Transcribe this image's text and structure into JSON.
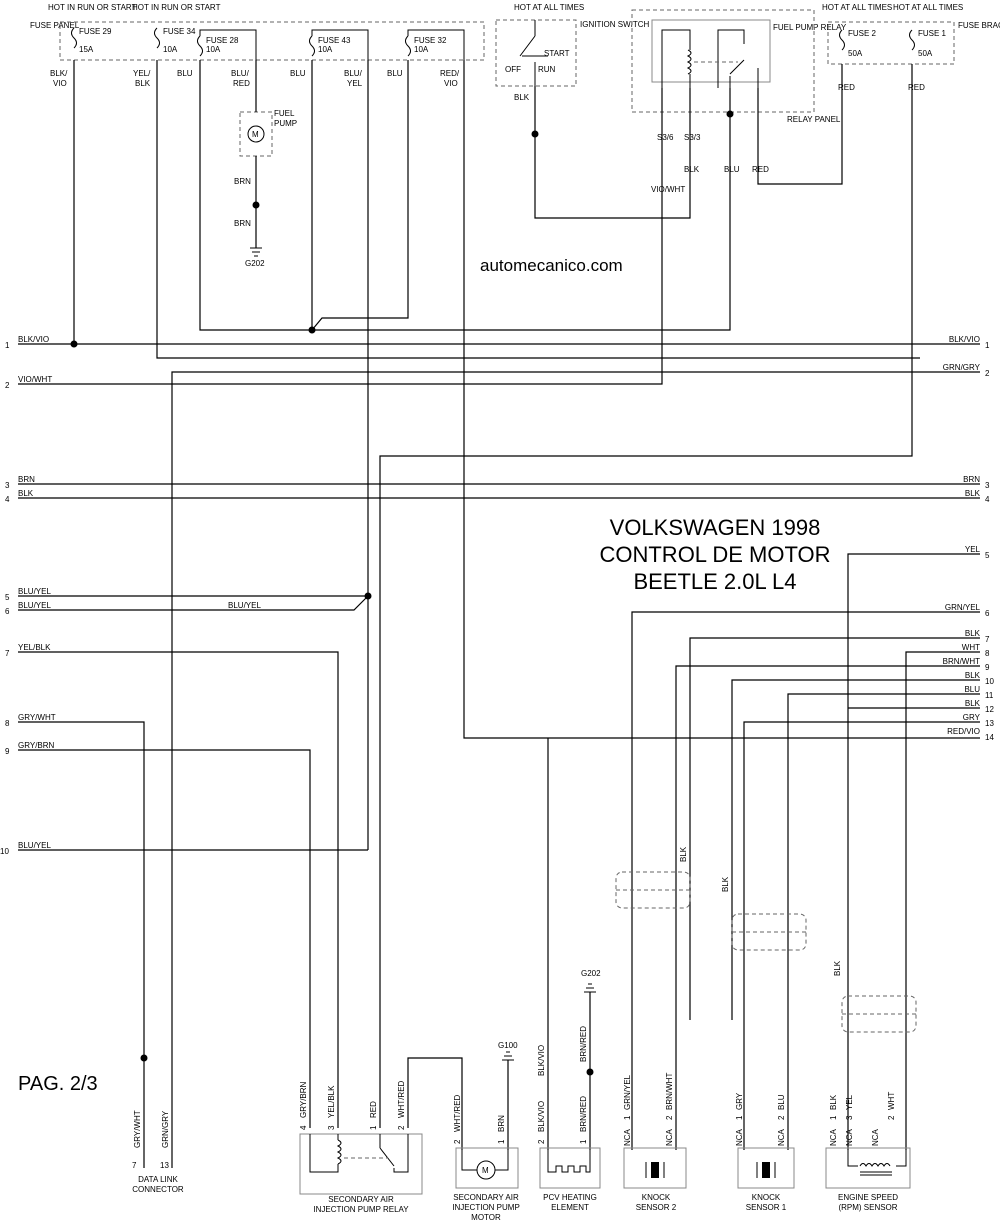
{
  "website": "automecanico.com",
  "title": {
    "line1": "VOLKSWAGEN 1998",
    "line2": "CONTROL DE MOTOR",
    "line3": "BEETLE 2.0L L4"
  },
  "page_label": "PAG. 2/3",
  "top": {
    "fuse_panel": "FUSE PANEL",
    "hot_run_start": "HOT IN RUN OR START",
    "hot_at_all_times": "HOT AT ALL TIMES",
    "ignition_switch": "IGNITION SWITCH",
    "sw_off": "OFF",
    "sw_start": "START",
    "sw_run": "RUN",
    "fuel_pump_relay": "FUEL PUMP RELAY",
    "relay_panel": "RELAY PANEL",
    "fuse_bracket": "FUSE BRACKET",
    "fuel_pump": "FUEL PUMP",
    "g202": "G202",
    "fuses": [
      {
        "name": "FUSE 29",
        "amps": "15A"
      },
      {
        "name": "FUSE 34",
        "amps": "10A"
      },
      {
        "name": "FUSE 28",
        "amps": "10A"
      },
      {
        "name": "FUSE 43",
        "amps": "10A"
      },
      {
        "name": "FUSE 32",
        "amps": "10A"
      },
      {
        "name": "FUSE 2",
        "amps": "50A"
      },
      {
        "name": "FUSE 1",
        "amps": "50A"
      }
    ],
    "wire_colors": {
      "blk_vio": "BLK/ VIO",
      "yel_blk": "YEL/ BLK",
      "blu": "BLU",
      "blu_red": "BLU/ RED",
      "blu_yel": "BLU/ YEL",
      "red_vio": "RED/ VIO",
      "blk": "BLK",
      "brn": "BRN",
      "red": "RED",
      "vio_wht": "VIO/WHT",
      "s36": "S3/6",
      "s33": "S3/3"
    }
  },
  "left_rows": [
    {
      "n": "1",
      "c": "BLK/VIO"
    },
    {
      "n": "2",
      "c": "VIO/WHT"
    },
    {
      "n": "3",
      "c": "BRN"
    },
    {
      "n": "4",
      "c": "BLK"
    },
    {
      "n": "5",
      "c": "BLU/YEL"
    },
    {
      "n": "6",
      "c": "BLU/YEL"
    },
    {
      "n": "7",
      "c": "YEL/BLK"
    },
    {
      "n": "8",
      "c": "GRY/WHT"
    },
    {
      "n": "9",
      "c": "GRY/BRN"
    },
    {
      "n": "10",
      "c": "BLU/YEL"
    }
  ],
  "row6_mid_label": "BLU/YEL",
  "right_rows": [
    {
      "n": "1",
      "c": "BLK/VIO"
    },
    {
      "n": "2",
      "c": "GRN/GRY"
    },
    {
      "n": "3",
      "c": "BRN"
    },
    {
      "n": "4",
      "c": "BLK"
    },
    {
      "n": "5",
      "c": "YEL"
    },
    {
      "n": "6",
      "c": "GRN/YEL"
    },
    {
      "n": "7",
      "c": "BLK"
    },
    {
      "n": "8",
      "c": "WHT"
    },
    {
      "n": "9",
      "c": "BRN/WHT"
    },
    {
      "n": "10",
      "c": "BLK"
    },
    {
      "n": "11",
      "c": "BLU"
    },
    {
      "n": "12",
      "c": "BLK"
    },
    {
      "n": "13",
      "c": "GRY"
    },
    {
      "n": "14",
      "c": "RED/VIO"
    }
  ],
  "shield_labels": [
    "BLK",
    "BLK",
    "BLK"
  ],
  "bottom": {
    "data_link": {
      "label": "DATA LINK CONNECTOR",
      "p1": "7",
      "p2": "13",
      "w1": "GRY/WHT",
      "w2": "GRN/GRY"
    },
    "sec_air_relay": {
      "label": "SECONDARY AIR INJECTION PUMP RELAY",
      "pins": [
        "4",
        "3",
        "1",
        "2"
      ],
      "wires": [
        "GRY/BRN",
        "YEL/BLK",
        "RED",
        "WHT/RED"
      ]
    },
    "sec_air_motor": {
      "label": "SECONDARY AIR INJECTION PUMP MOTOR",
      "pins": [
        "2",
        "1"
      ],
      "wires": [
        "WHT/RED",
        "BRN"
      ],
      "ground": "G100"
    },
    "pcv": {
      "label": "PCV HEATING ELEMENT",
      "pins": [
        "2",
        "1"
      ],
      "wires": [
        "BLK/VIO",
        "BRN/RED"
      ],
      "upper_wires": [
        "BLK/VIO",
        "BRN/RED"
      ],
      "ground": "G202"
    },
    "knock2": {
      "label": "KNOCK SENSOR 2",
      "pins": [
        "1",
        "2"
      ],
      "wires": [
        "GRN/YEL",
        "BRN/WHT"
      ],
      "nca": "NCA"
    },
    "knock1": {
      "label": "KNOCK SENSOR 1",
      "pins": [
        "1",
        "2"
      ],
      "wires": [
        "GRY",
        "BLU"
      ],
      "nca": "NCA"
    },
    "rpm": {
      "label": "ENGINE SPEED (RPM) SENSOR",
      "pins": [
        "1",
        "3",
        "2"
      ],
      "wires": [
        "BLK",
        "YEL",
        "WHT"
      ],
      "nca": "NCA"
    }
  }
}
